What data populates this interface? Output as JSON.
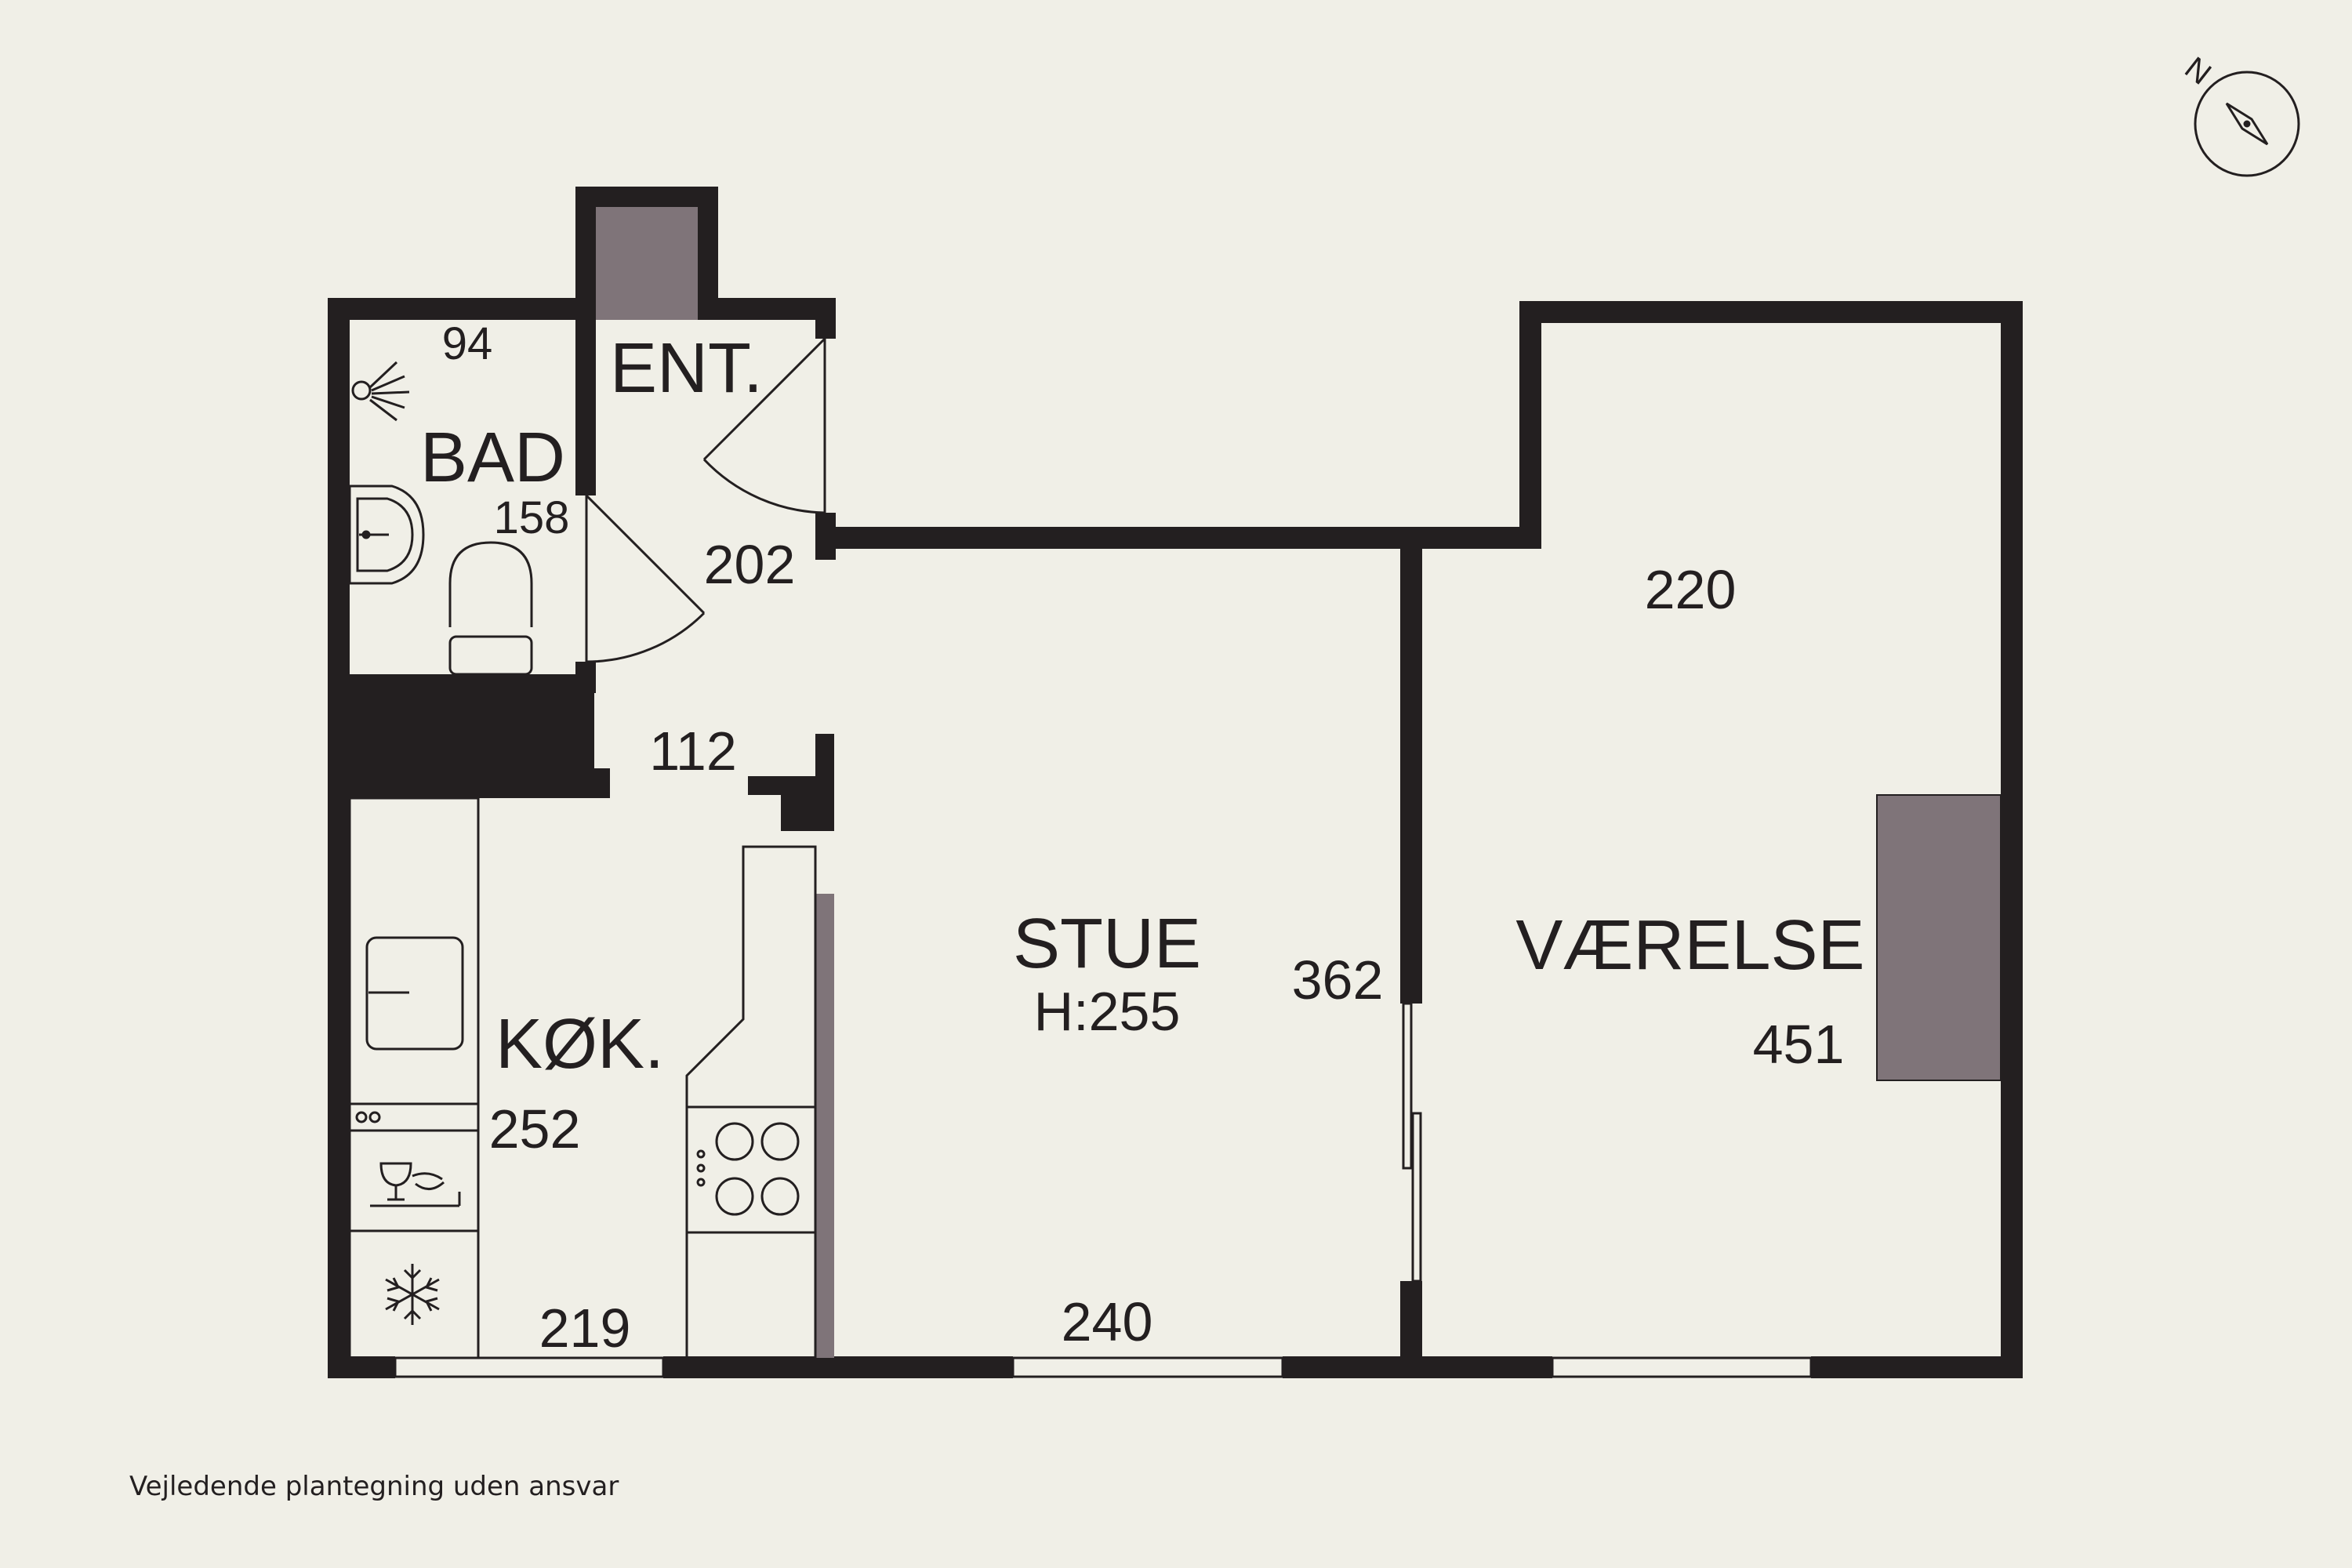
{
  "plan": {
    "rooms": {
      "entrance": "ENT.",
      "bathroom": "BAD",
      "kitchen": "KØK.",
      "living": "STUE",
      "living_height": "H:255",
      "bedroom": "VÆRELSE"
    },
    "dimensions": {
      "bath_width": "94",
      "bath_depth": "158",
      "entrance_depth": "202",
      "entrance_passage": "112",
      "kitchen_depth": "252",
      "kitchen_width": "219",
      "living_width": "240",
      "living_depth": "362",
      "bedroom_width": "220",
      "bedroom_depth": "451"
    },
    "compass": {
      "label": "N"
    },
    "colors": {
      "wall": "#231f20",
      "fill": "#7f7479",
      "background": "#f0efe7"
    }
  },
  "footer": {
    "disclaimer": "Vejledende plantegning uden ansvar"
  }
}
